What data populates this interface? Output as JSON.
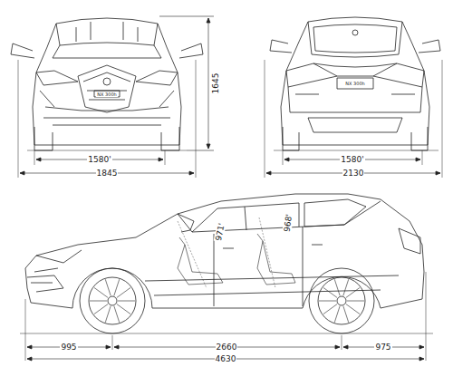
{
  "diagram": {
    "labels": [
      "NX 300h",
      "NX 300h",
      "1645",
      "1580'",
      "1845",
      "1580'",
      "2130",
      "971'",
      "968'",
      "995",
      "2660",
      "975",
      "4630"
    ]
  }
}
